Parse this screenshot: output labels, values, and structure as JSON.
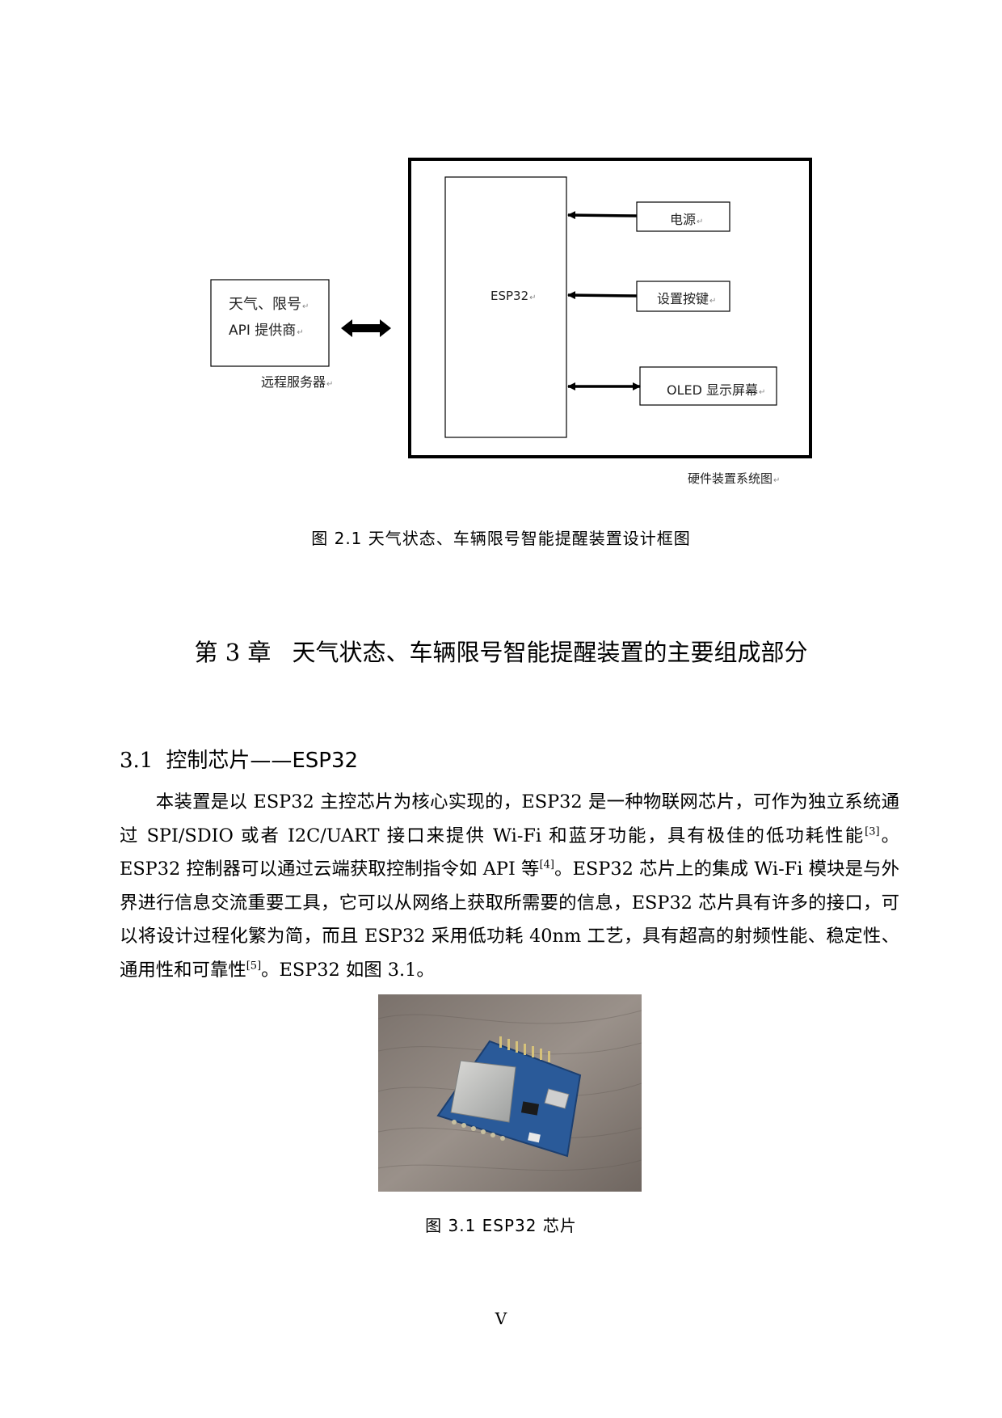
{
  "diagram": {
    "nodes": {
      "esp32": "ESP32",
      "power": "电源",
      "settings_key": "设置按键",
      "oled": "OLED 显示屏幕",
      "api_line1": "天气、限号",
      "api_line2": "API 提供商"
    },
    "remote_server_label": "远程服务器",
    "hardware_label": "硬件装置系统图"
  },
  "figure_2_1": {
    "caption": "图 2.1 天气状态、车辆限号智能提醒装置设计框图"
  },
  "chapter": {
    "number": "第 3 章",
    "title": "天气状态、车辆限号智能提醒装置的主要组成部分"
  },
  "section": {
    "number": "3.1",
    "title": "控制芯片——ESP32"
  },
  "paragraph": {
    "part1": "本装置是以 ESP32 主控芯片为核心实现的，ESP32 是一种物联网芯片，可作为独立系统通过 SPI/SDIO 或者 I2C/UART 接口来提供 Wi-Fi 和蓝牙功能，具有极佳的低功耗性能",
    "ref1": "[3]",
    "part2": "。ESP32 控制器可以通过云端获取控制指令如 API 等",
    "ref2": "[4]",
    "part3": "。ESP32 芯片上的集成 Wi-Fi 模块是与外界进行信息交流重要工具，它可以从网络上获取所需要的信息，ESP32 芯片具有许多的接口，可以将设计过程化繁为简，而且 ESP32 采用低功耗 40nm 工艺，具有超高的射频性能、稳定性、通用性和可靠性",
    "ref3": "[5]",
    "part4": "。ESP32 如图 3.1。"
  },
  "figure_3_1": {
    "caption": "图 3.1 ESP32 芯片"
  },
  "page_number": "V"
}
